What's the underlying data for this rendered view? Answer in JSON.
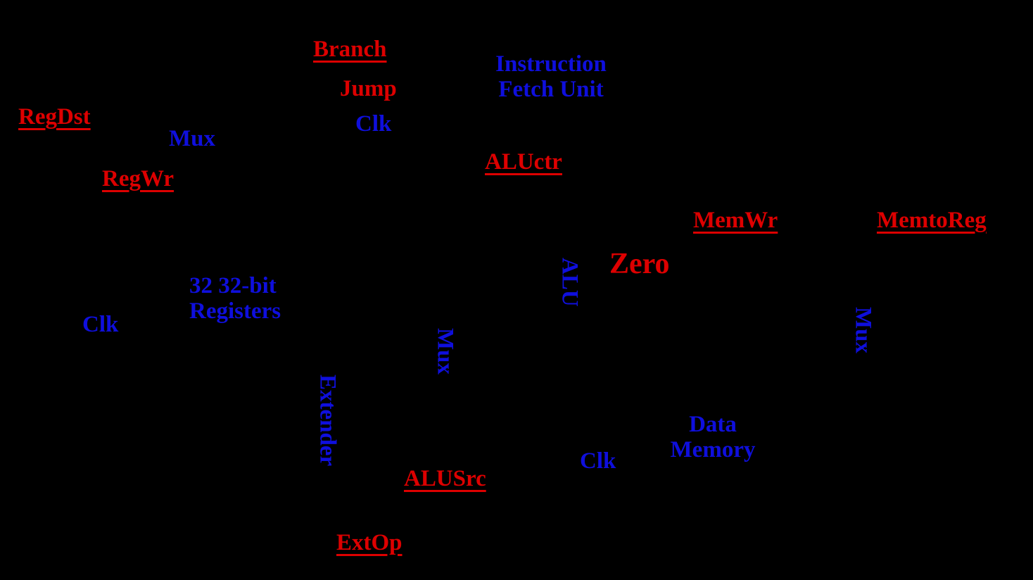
{
  "diagram_title": "MIPS single-cycle datapath control signal diagram",
  "colors": {
    "background": "#000000",
    "control_red": "#dd0000",
    "datapath_blue": "#0f0fdd"
  },
  "labels": {
    "branch": "Branch",
    "jump": "Jump",
    "clk_fetch": "Clk",
    "ifu_line1": "Instruction",
    "ifu_line2": "Fetch Unit",
    "regdst": "RegDst",
    "mux_regdst": "Mux",
    "regwr": "RegWr",
    "aluctr": "ALUctr",
    "memwr": "MemWr",
    "memtoreg": "MemtoReg",
    "zero": "Zero",
    "alu": "ALU",
    "registers_line1": "32 32-bit",
    "registers_line2": "Registers",
    "clk_registers": "Clk",
    "mux_alusrc": "Mux",
    "mux_memtoreg": "Mux",
    "extender": "Extender",
    "alusrc": "ALUSrc",
    "clk_memory": "Clk",
    "datamem_line1": "Data",
    "datamem_line2": "Memory",
    "extop": "ExtOp"
  }
}
